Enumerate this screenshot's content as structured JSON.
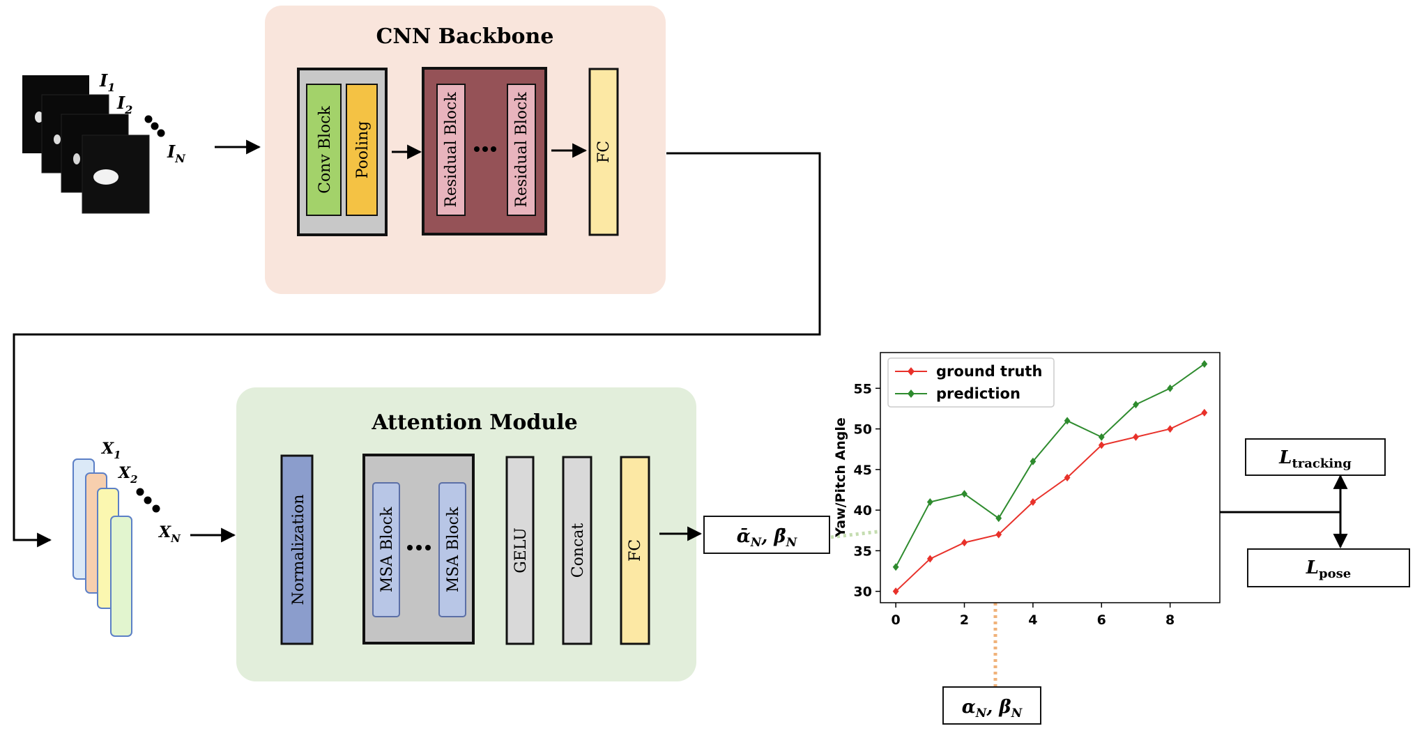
{
  "cnn": {
    "title": "CNN Backbone",
    "conv_block": "Conv Block",
    "pooling": "Pooling",
    "residual_block": "Residual Block",
    "fc": "FC"
  },
  "attention": {
    "title": "Attention Module",
    "normalization": "Normalization",
    "msa_block": "MSA Block",
    "gelu": "GELU",
    "concat": "Concat",
    "fc": "FC"
  },
  "inputs": {
    "image_labels": [
      {
        "base": "I",
        "sub": "1"
      },
      {
        "base": "I",
        "sub": "2"
      },
      {
        "base": "I",
        "sub": "N"
      }
    ],
    "token_labels": [
      {
        "base": "X",
        "sub": "1"
      },
      {
        "base": "X",
        "sub": "2"
      },
      {
        "base": "X",
        "sub": "N"
      }
    ]
  },
  "outputs": {
    "pred_angles": {
      "alpha": "ᾱ",
      "alpha_sub": "N",
      "sep": ", ",
      "beta": "β̄",
      "beta_sub": "N"
    },
    "gt_angles": {
      "alpha": "α",
      "alpha_sub": "N",
      "sep": ", ",
      "beta": "β",
      "beta_sub": "N"
    },
    "loss_tracking": {
      "base": "L",
      "sub": "tracking"
    },
    "loss_pose": {
      "base": "L",
      "sub": "pose"
    }
  },
  "colors": {
    "cnn_bg": "#f9e5dc",
    "attn_bg": "#e2eedb",
    "conv": "#a3d26a",
    "pooling": "#f4c244",
    "residual_outer": "#955257",
    "residual_inner": "#e8b4bd",
    "fc": "#fce8a4",
    "norm": "#8b9dcc",
    "msa_outer": "#c4c4c4",
    "msa_inner": "#b8c6e6",
    "gray_block": "#d9d9d9",
    "gt": "#e8312a",
    "pred": "#2e8b2e"
  },
  "chart_data": {
    "type": "line",
    "ylabel": "Yaw/Pitch Angle",
    "xlabel": "",
    "xlim": [
      -0.45,
      9.45
    ],
    "ylim": [
      28.6,
      59.4
    ],
    "x_ticks": [
      "0",
      "2",
      "4",
      "6",
      "8"
    ],
    "y_ticks": [
      "30",
      "35",
      "40",
      "45",
      "50",
      "55"
    ],
    "legend_position": "top-left",
    "x": [
      0,
      1,
      2,
      3,
      4,
      5,
      6,
      7,
      8,
      9
    ],
    "series": [
      {
        "name": "ground truth",
        "color": "#e8312a",
        "marker": "diamond",
        "values": [
          30,
          34,
          36,
          37,
          41,
          44,
          48,
          49,
          50,
          52
        ]
      },
      {
        "name": "prediction",
        "color": "#2e8b2e",
        "marker": "diamond",
        "values": [
          33,
          41,
          42,
          39,
          46,
          51,
          49,
          53,
          55,
          58
        ]
      }
    ]
  }
}
